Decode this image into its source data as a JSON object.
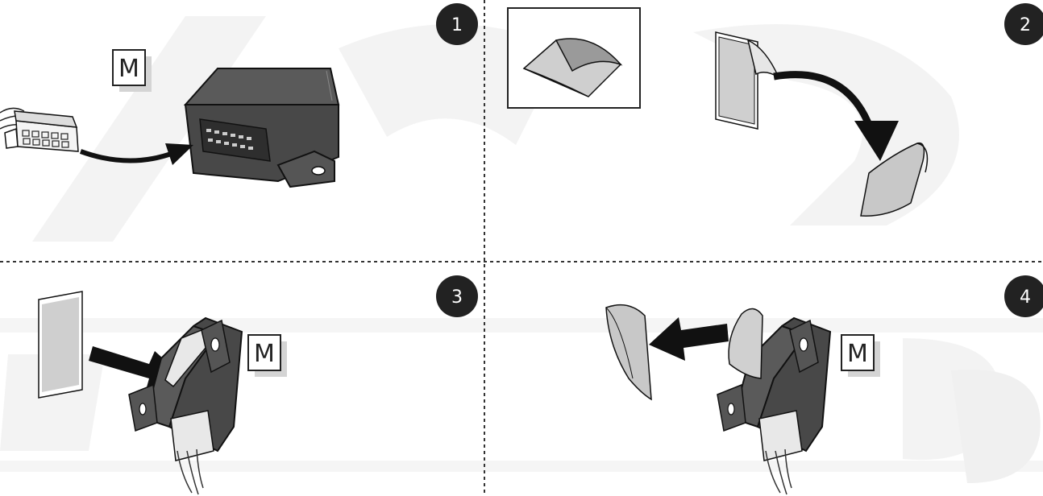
{
  "steps": [
    {
      "number": "1",
      "label": "M"
    },
    {
      "number": "2"
    },
    {
      "number": "3",
      "label": "M"
    },
    {
      "number": "4",
      "label": "M"
    }
  ],
  "colors": {
    "module_body": "#474747",
    "module_top": "#5a5a5a",
    "module_edge": "#111111",
    "adhesive_pad": "#c6c6c6",
    "arrow": "#111111",
    "badge": "#222222",
    "divider": "#333333",
    "watermark": "#f2f2f2"
  }
}
